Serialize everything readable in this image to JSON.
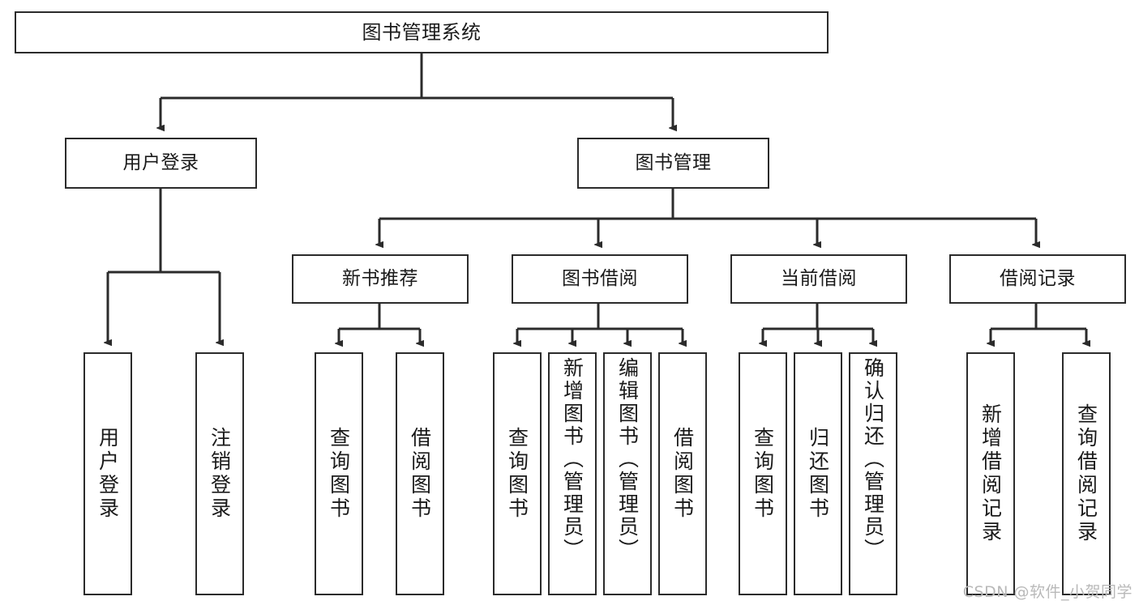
{
  "diagram": {
    "type": "tree-hierarchy",
    "title": "图书管理系统",
    "watermark": "CSDN @软件_小贺同学",
    "nodes": {
      "root": {
        "label": "图书管理系统"
      },
      "level2": [
        {
          "id": "user-login",
          "label": "用户登录"
        },
        {
          "id": "book-manage",
          "label": "图书管理"
        }
      ],
      "level3": [
        {
          "id": "new-book-recommend",
          "label": "新书推荐"
        },
        {
          "id": "book-borrow",
          "label": "图书借阅"
        },
        {
          "id": "current-borrow",
          "label": "当前借阅"
        },
        {
          "id": "borrow-record",
          "label": "借阅记录"
        }
      ],
      "leaves": {
        "user-login": [
          {
            "id": "leaf-user-login",
            "label": "用户登录"
          },
          {
            "id": "leaf-logout-login",
            "label": "注销登录"
          }
        ],
        "new-book-recommend": [
          {
            "id": "leaf-query-book-1",
            "label": "查询图书"
          },
          {
            "id": "leaf-borrow-book-1",
            "label": "借阅图书"
          }
        ],
        "book-borrow": [
          {
            "id": "leaf-query-book-2",
            "label": "查询图书"
          },
          {
            "id": "leaf-add-book",
            "label": "新增图书（管理员）"
          },
          {
            "id": "leaf-edit-book",
            "label": "编辑图书（管理员）"
          },
          {
            "id": "leaf-borrow-book-2",
            "label": "借阅图书"
          }
        ],
        "current-borrow": [
          {
            "id": "leaf-query-book-3",
            "label": "查询图书"
          },
          {
            "id": "leaf-return-book",
            "label": "归还图书"
          },
          {
            "id": "leaf-confirm-return",
            "label": "确认归还（管理员）"
          }
        ],
        "borrow-record": [
          {
            "id": "leaf-add-record",
            "label": "新增借阅记录"
          },
          {
            "id": "leaf-query-record",
            "label": "查询借阅记录"
          }
        ]
      }
    },
    "colors": {
      "stroke": "#2b2b2b",
      "fill": "#ffffff",
      "text": "#1a1a1a",
      "watermark": "#b9b9b9"
    }
  }
}
